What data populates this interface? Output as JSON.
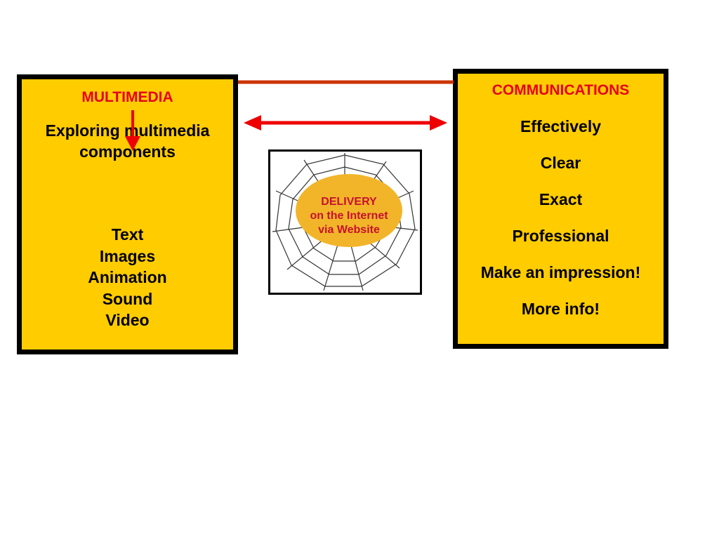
{
  "multimedia": {
    "heading": "MULTIMEDIA",
    "subtitle": "Exploring multimedia components",
    "items": [
      "Text",
      "Images",
      "Animation",
      "Sound",
      "Video"
    ]
  },
  "communications": {
    "heading": "COMMUNICATIONS",
    "items": [
      "Effectively",
      "Clear",
      "Exact",
      "Professional",
      "Make an impression!",
      "More info!"
    ]
  },
  "delivery": {
    "line1": "DELIVERY",
    "line2": "on the Internet",
    "line3": "via Website"
  },
  "colors": {
    "box_fill": "#FFCC00",
    "box_border": "#000000",
    "heading_red": "#E8001C",
    "arrow_red": "#EE0000",
    "connector_line": "#CC3300",
    "delivery_oval": "#F2B52A",
    "delivery_text": "#C8102E"
  }
}
